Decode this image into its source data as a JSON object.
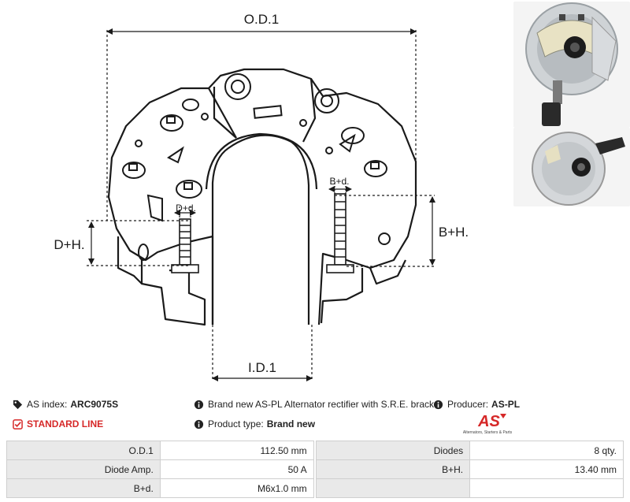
{
  "drawing": {
    "od_label": "O.D.1",
    "id_label": "I.D.1",
    "dh_label": "D+H.",
    "bh_label": "B+H.",
    "dd_label": "D+d.",
    "bd_label": "B+d."
  },
  "info": {
    "index_label": "AS index:",
    "index_value": "ARC9075S",
    "line_label": "STANDARD LINE",
    "desc_text": "Brand new AS-PL Alternator rectifier with S.R.E. bracket",
    "type_label": "Product type:",
    "type_value": "Brand new",
    "producer_label": "Producer:",
    "producer_value": "AS-PL",
    "logo_text": "AS",
    "logo_tagline": "Alternators, Starters & Parts"
  },
  "colors": {
    "accent": "#d62828",
    "header_cell": "#e9e9e9",
    "border": "#cfcfcf"
  },
  "icons": [
    "tags-icon",
    "check-square-icon",
    "info-icon"
  ],
  "specs": [
    {
      "label": "O.D.1",
      "value": "112.50 mm",
      "label2": "Diodes",
      "value2": "8 qty."
    },
    {
      "label": "Diode Amp.",
      "value": "50 A",
      "label2": "B+H.",
      "value2": "13.40 mm"
    },
    {
      "label": "B+d.",
      "value": "M6x1.0 mm",
      "label2": "",
      "value2": ""
    }
  ]
}
